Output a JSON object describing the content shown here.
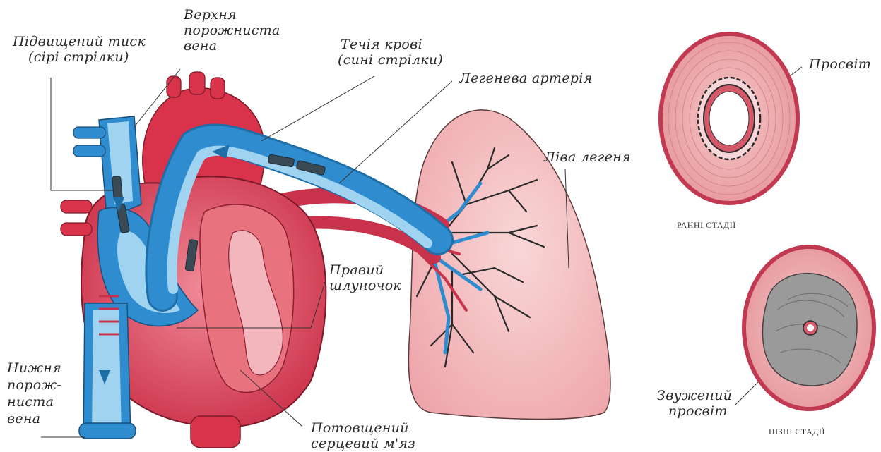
{
  "labels": {
    "high_pressure": {
      "line1": "Підвищений тиск",
      "line2": "(сірі стрілки)"
    },
    "superior_vena_cava": {
      "line1": "Верхня",
      "line2": "порожниста",
      "line3": "вена"
    },
    "blood_flow": {
      "line1": "Течія крові",
      "line2": "(сині стрілки)"
    },
    "pulmonary_artery": "Легенева артерія",
    "left_lung": "Ліва легеня",
    "right_ventricle": {
      "line1": "Правий",
      "line2": "шлуночок"
    },
    "inferior_vena_cava": {
      "line1": "Нижня",
      "line2": "порож-",
      "line3": "ниста",
      "line4": "вена"
    },
    "thickened_muscle": {
      "line1": "Потовщений",
      "line2": "серцевий м'яз"
    },
    "lumen": "Просвіт",
    "narrowed_lumen": {
      "line1": "Звужений",
      "line2": "просвіт"
    },
    "early_stage": "РАННІ СТАДІЇ",
    "late_stage": "ПІЗНІ СТАДІЇ"
  },
  "colors": {
    "heart_red": "#d8334a",
    "heart_pink": "#e78a93",
    "vessel_blue": "#2f8ccf",
    "vessel_light": "#9fd3f0",
    "lung_pink": "#f4c2c3",
    "artery_wall": "#c23a52",
    "plaque_gray": "#9a9a9a"
  }
}
